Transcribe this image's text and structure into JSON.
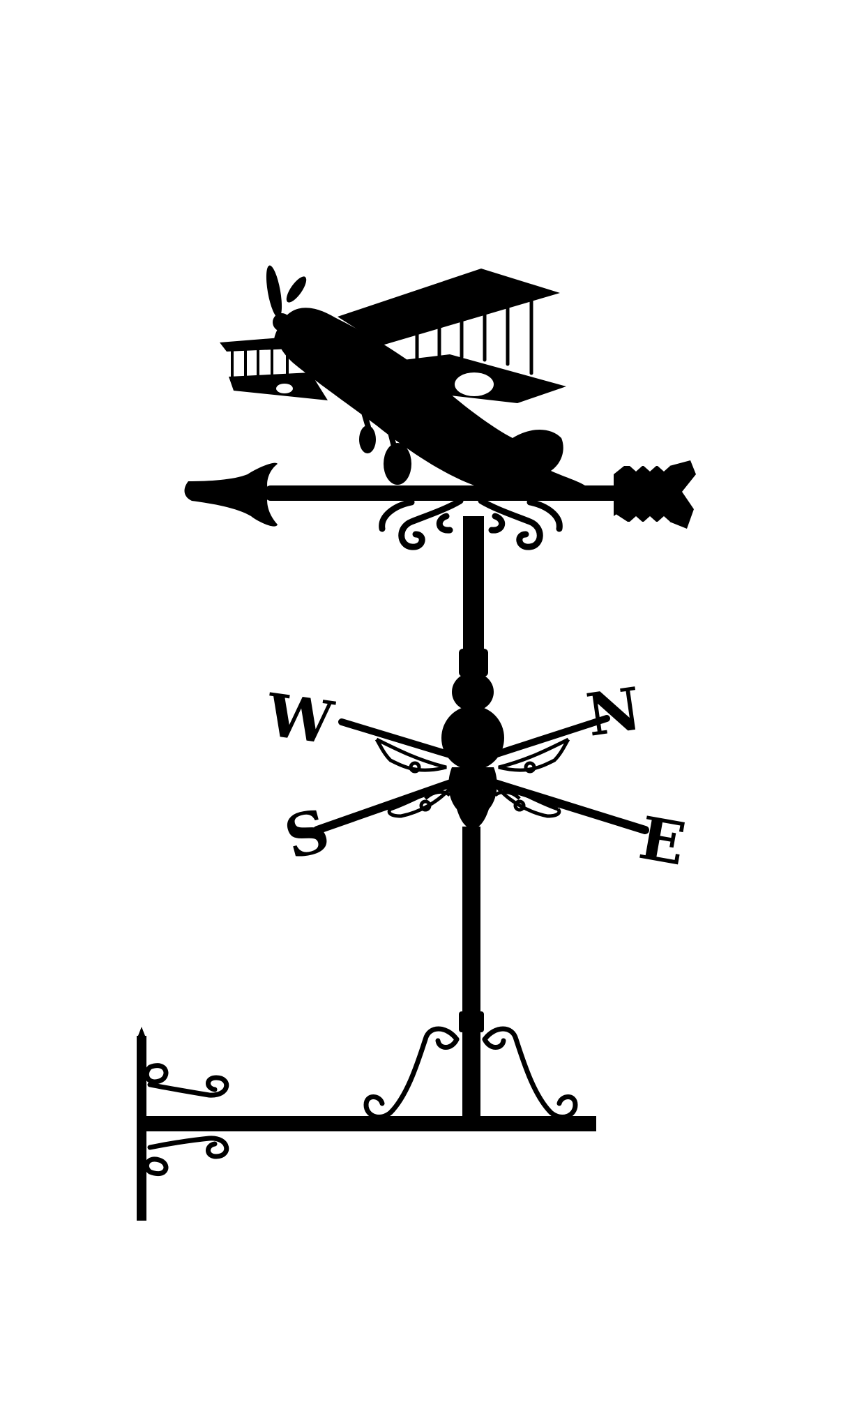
{
  "image": {
    "subject": "weathervane-silhouette",
    "background_color": "#ffffff",
    "ink_color": "#000000"
  },
  "compass": {
    "north": "N",
    "east": "E",
    "south": "S",
    "west": "W"
  }
}
